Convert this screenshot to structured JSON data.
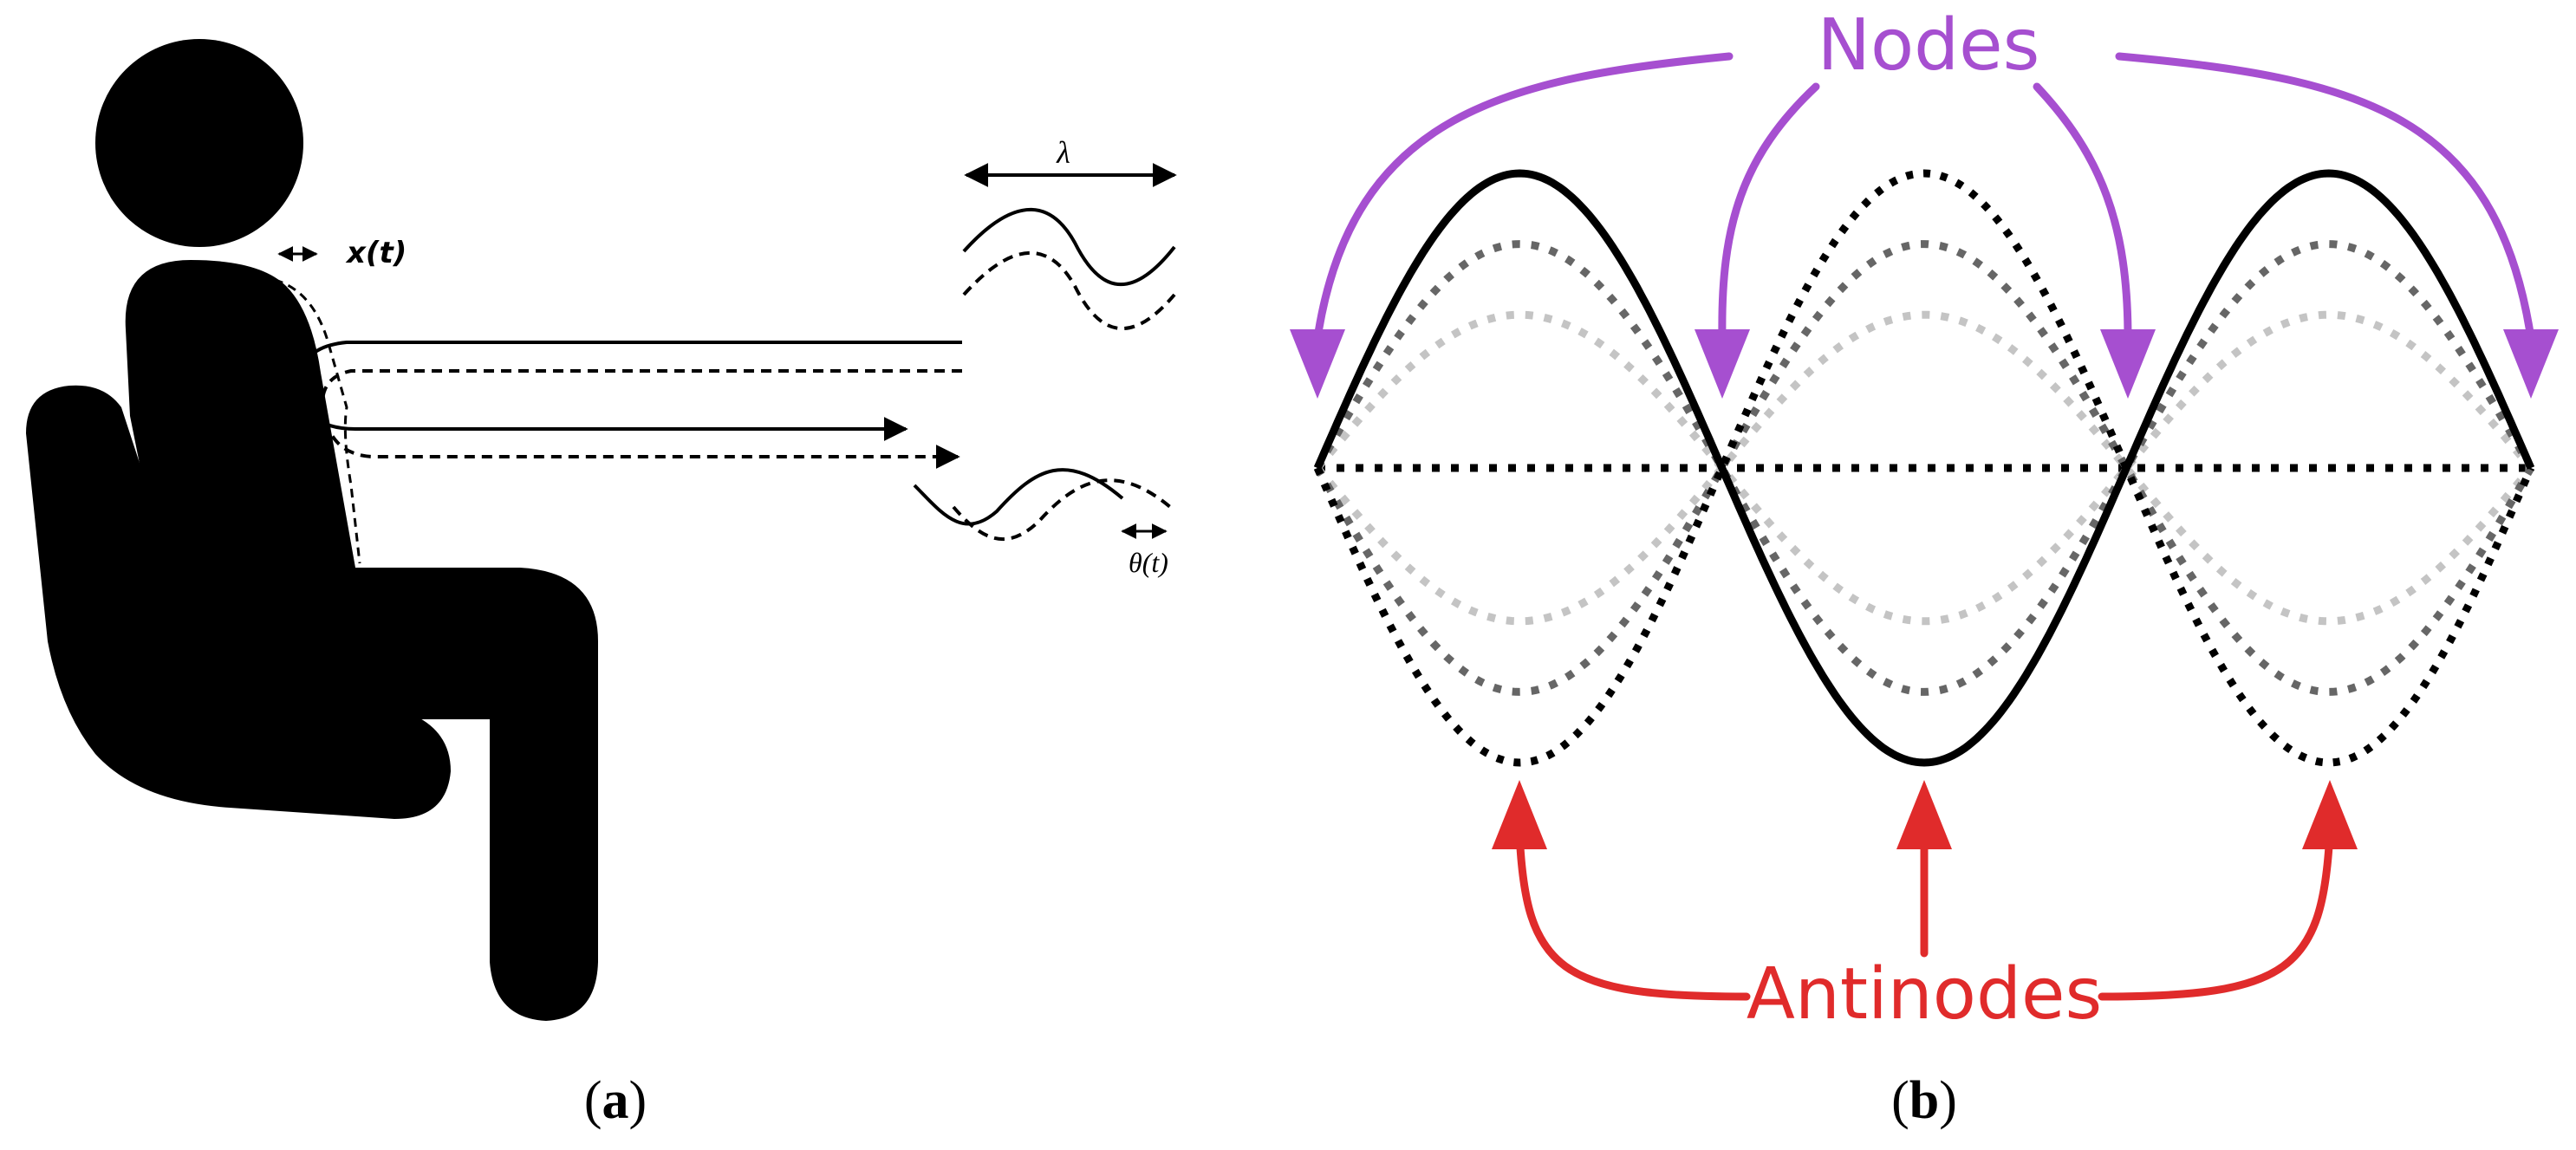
{
  "panel_a": {
    "caption": "(a)",
    "caption_open": "(",
    "caption_letter": "a",
    "caption_close": ")",
    "x_label": "x(t)",
    "lambda_label": "λ",
    "theta_label": "θ(t)"
  },
  "panel_b": {
    "caption": "(b)",
    "caption_open": "(",
    "caption_letter": "b",
    "caption_close": ")",
    "nodes_label": "Nodes",
    "antinodes_label": "Antinodes"
  },
  "colors": {
    "nodes": "#a64fd0",
    "antinodes": "#e02b2b",
    "ink": "#000000",
    "mid_gray": "#666666",
    "light_gray": "#c4c4c4"
  }
}
